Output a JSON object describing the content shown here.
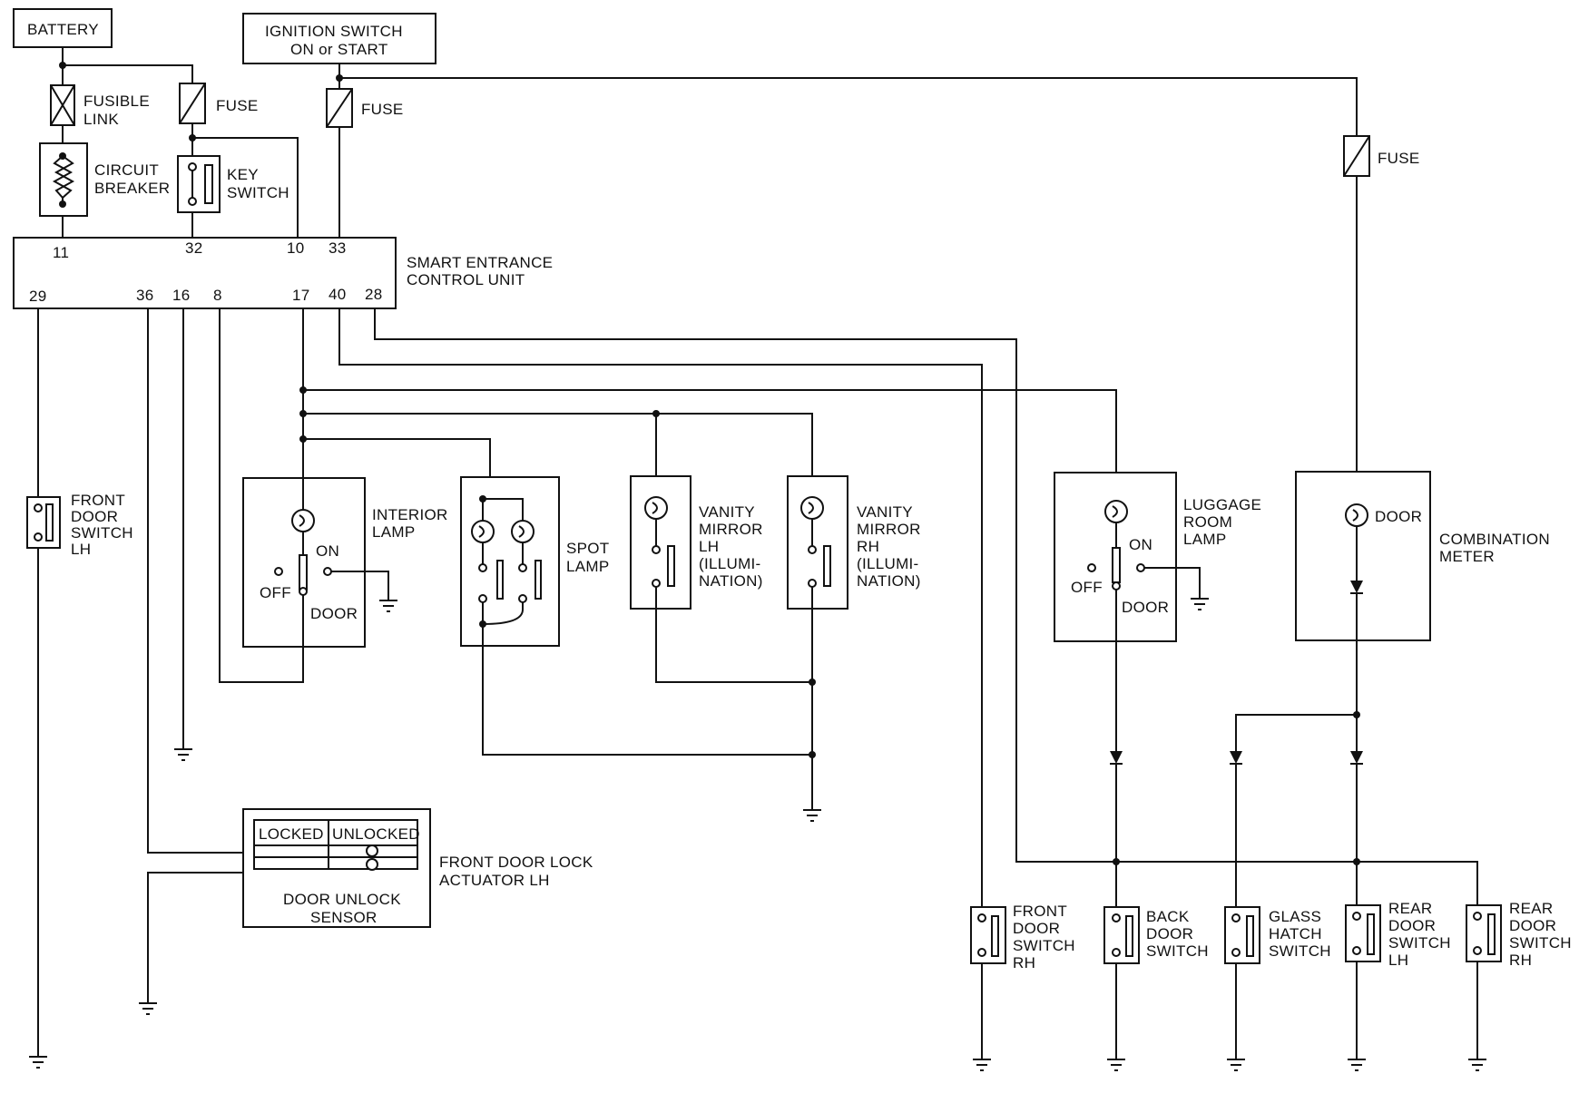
{
  "labels": {
    "battery": "BATTERY",
    "ignition_1": "IGNITION SWITCH",
    "ignition_2": "ON or START",
    "fusible_1": "FUSIBLE",
    "fusible_2": "LINK",
    "fuse_a": "FUSE",
    "fuse_b": "FUSE",
    "fuse_c": "FUSE",
    "breaker_1": "CIRCUIT",
    "breaker_2": "BREAKER",
    "key_1": "KEY",
    "key_2": "SWITCH",
    "unit_1": "SMART ENTRANCE",
    "unit_2": "CONTROL UNIT",
    "fdsl_1": "FRONT",
    "fdsl_2": "DOOR",
    "fdsl_3": "SWITCH",
    "fdsl_4": "LH",
    "int_1": "INTERIOR",
    "int_2": "LAMP",
    "on": "ON",
    "off": "OFF",
    "door": "DOOR",
    "spot_1": "SPOT",
    "spot_2": "LAMP",
    "vml_1": "VANITY",
    "vml_2": "MIRROR",
    "vml_3": "LH",
    "vml_4": "(ILLUMI-",
    "vml_5": "NATION)",
    "vmr_1": "VANITY",
    "vmr_2": "MIRROR",
    "vmr_3": "RH",
    "vmr_4": "(ILLUMI-",
    "vmr_5": "NATION)",
    "lug_1": "LUGGAGE",
    "lug_2": "ROOM",
    "lug_3": "LAMP",
    "lug_on": "ON",
    "lug_off": "OFF",
    "lug_door": "DOOR",
    "meter_door": "DOOR",
    "meter_1": "COMBINATION",
    "meter_2": "METER",
    "locked": "LOCKED",
    "unlocked": "UNLOCKED",
    "sensor_1": "DOOR UNLOCK",
    "sensor_2": "SENSOR",
    "act_1": "FRONT DOOR LOCK",
    "act_2": "ACTUATOR LH",
    "fdsr_1": "FRONT",
    "fdsr_2": "DOOR",
    "fdsr_3": "SWITCH",
    "fdsr_4": "RH",
    "bds_1": "BACK",
    "bds_2": "DOOR",
    "bds_3": "SWITCH",
    "ghs_1": "GLASS",
    "ghs_2": "HATCH",
    "ghs_3": "SWITCH",
    "rdl_1": "REAR",
    "rdl_2": "DOOR",
    "rdl_3": "SWITCH",
    "rdl_4": "LH",
    "rdr_1": "REAR",
    "rdr_2": "DOOR",
    "rdr_3": "SWITCH",
    "rdr_4": "RH"
  },
  "pins": {
    "p11": "11",
    "p32": "32",
    "p10": "10",
    "p33": "33",
    "p29": "29",
    "p36": "36",
    "p16": "16",
    "p8": "8",
    "p17": "17",
    "p40": "40",
    "p28": "28"
  }
}
